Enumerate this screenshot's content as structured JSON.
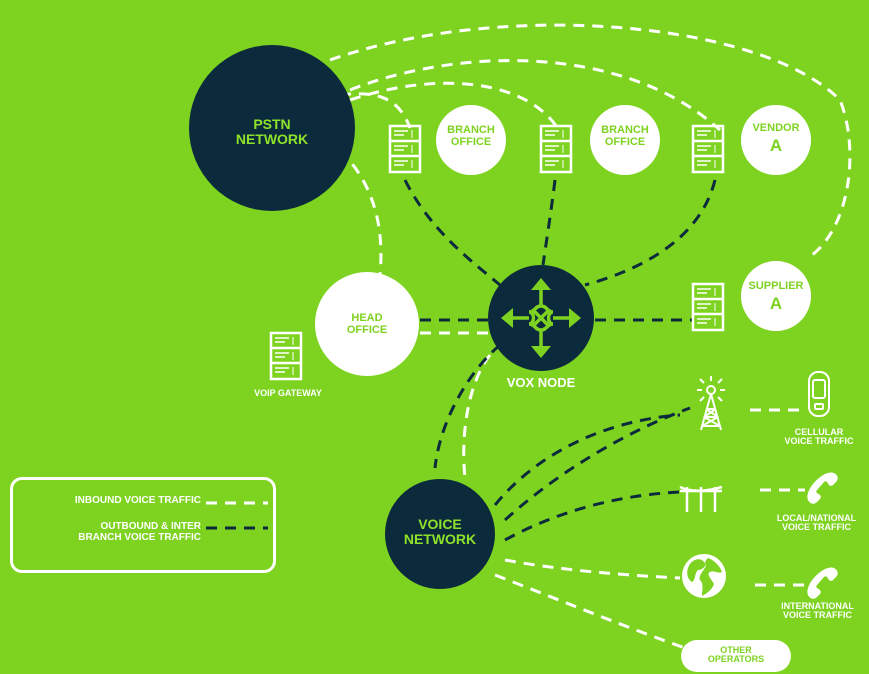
{
  "nodes": {
    "pstn": {
      "line1": "PSTN",
      "line2": "NETWORK"
    },
    "branch1": {
      "line1": "BRANCH",
      "line2": "OFFICE"
    },
    "branch2": {
      "line1": "BRANCH",
      "line2": "OFFICE"
    },
    "vendor": {
      "line1": "VENDOR",
      "line2": "A"
    },
    "supplier": {
      "line1": "SUPPLIER",
      "line2": "A"
    },
    "head_office": {
      "line1": "HEAD",
      "line2": "OFFICE"
    },
    "vox_node": {
      "label": "VOX NODE"
    },
    "voip_gateway": {
      "label": "VOIP GATEWAY"
    },
    "voice_network": {
      "line1": "VOICE",
      "line2": "NETWORK"
    },
    "other_operators": {
      "line1": "OTHER",
      "line2": "OPERATORS"
    }
  },
  "traffic": {
    "cellular": {
      "line1": "CELLULAR",
      "line2": "VOICE TRAFFIC"
    },
    "local": {
      "line1": "LOCAL/NATIONAL",
      "line2": "VOICE TRAFFIC"
    },
    "international": {
      "line1": "INTERNATIONAL",
      "line2": "VOICE TRAFFIC"
    }
  },
  "legend": {
    "inbound": {
      "line1": "INBOUND VOICE TRAFFIC"
    },
    "outbound": {
      "line1": "OUTBOUND & INTER",
      "line2": "BRANCH VOICE TRAFFIC"
    }
  },
  "colors": {
    "background": "#7ed321",
    "dark": "#0b2b3c",
    "white": "#ffffff",
    "accent": "#8fe22a"
  },
  "icons": [
    "server-icon",
    "arrows-node-icon",
    "cell-tower-icon",
    "mobile-phone-icon",
    "telephone-pole-icon",
    "handset-icon",
    "globe-icon"
  ]
}
